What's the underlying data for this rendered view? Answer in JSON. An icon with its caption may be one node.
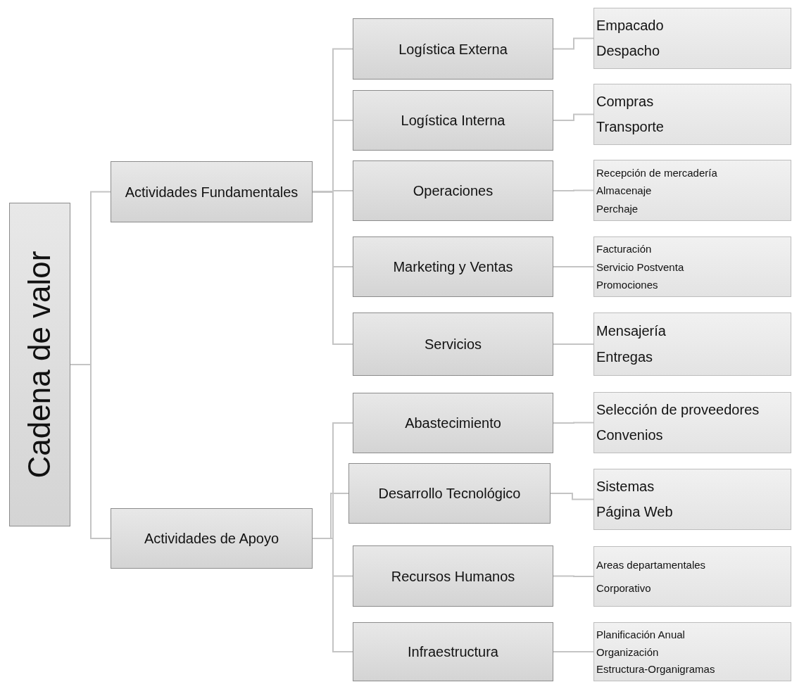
{
  "diagram": {
    "nodes": [
      {
        "text": [
          "Cadena de valor"
        ]
      },
      {
        "text": [
          "Actividades Fundamentales"
        ]
      },
      {
        "text": [
          "Actividades de Apoyo"
        ]
      },
      {
        "text": [
          "Logística Externa"
        ]
      },
      {
        "text": [
          "Logística Interna"
        ]
      },
      {
        "text": [
          "Operaciones"
        ]
      },
      {
        "text": [
          "Marketing y Ventas"
        ]
      },
      {
        "text": [
          "Servicios"
        ]
      },
      {
        "text": [
          "Abastecimiento"
        ]
      },
      {
        "text": [
          "Desarrollo Tecnológico"
        ]
      },
      {
        "text": [
          "Recursos Humanos"
        ]
      },
      {
        "text": [
          "Infraestructura"
        ]
      },
      {
        "text": [
          "Empacado",
          "Despacho"
        ]
      },
      {
        "text": [
          "Compras",
          "Transporte"
        ]
      },
      {
        "text": [
          "Recepción de mercadería",
          "Almacenaje",
          "Perchaje"
        ]
      },
      {
        "text": [
          "Facturación",
          "Servicio Postventa",
          "Promociones"
        ]
      },
      {
        "text": [
          "Mensajería",
          "Entregas"
        ]
      },
      {
        "text": [
          "Selección de proveedores",
          "Convenios"
        ]
      },
      {
        "text": [
          "Sistemas",
          "Página Web"
        ]
      },
      {
        "text": [
          "Areas departamentales",
          "Corporativo"
        ]
      },
      {
        "text": [
          "Planificación Anual",
          "Organización",
          "Estructura-Organigramas"
        ]
      }
    ],
    "edges": [
      {
        "from": 0,
        "to": 1,
        "arrow": "none"
      },
      {
        "from": 0,
        "to": 2,
        "arrow": "none"
      },
      {
        "from": 1,
        "to": 3,
        "arrow": "none"
      },
      {
        "from": 1,
        "to": 4,
        "arrow": "none"
      },
      {
        "from": 1,
        "to": 5,
        "arrow": "none"
      },
      {
        "from": 1,
        "to": 6,
        "arrow": "none"
      },
      {
        "from": 1,
        "to": 7,
        "arrow": "none"
      },
      {
        "from": 2,
        "to": 8,
        "arrow": "none"
      },
      {
        "from": 2,
        "to": 9,
        "arrow": "none"
      },
      {
        "from": 2,
        "to": 10,
        "arrow": "none"
      },
      {
        "from": 2,
        "to": 11,
        "arrow": "none"
      },
      {
        "from": 3,
        "to": 12,
        "arrow": "none"
      },
      {
        "from": 4,
        "to": 13,
        "arrow": "none"
      },
      {
        "from": 5,
        "to": 14,
        "arrow": "none"
      },
      {
        "from": 6,
        "to": 15,
        "arrow": "none"
      },
      {
        "from": 7,
        "to": 16,
        "arrow": "none"
      },
      {
        "from": 8,
        "to": 17,
        "arrow": "none"
      },
      {
        "from": 9,
        "to": 18,
        "arrow": "none"
      },
      {
        "from": 10,
        "to": 19,
        "arrow": "none"
      },
      {
        "from": 11,
        "to": 20,
        "arrow": "none"
      }
    ]
  }
}
